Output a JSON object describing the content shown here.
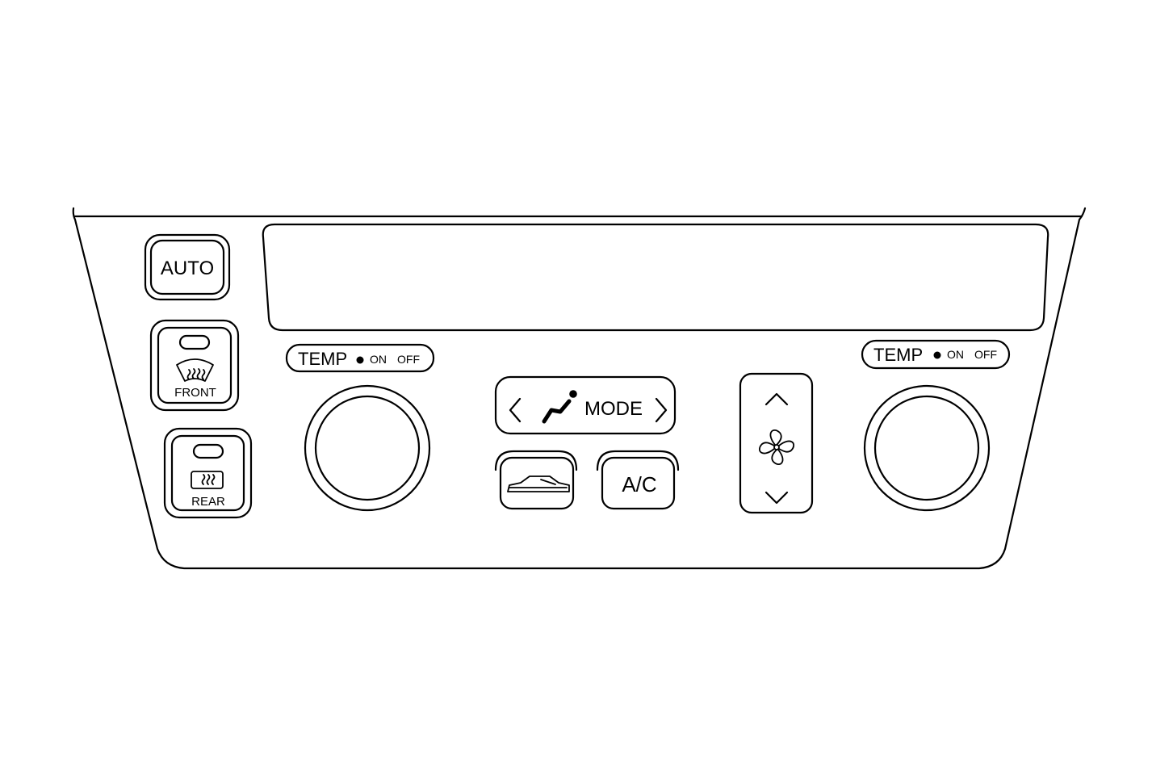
{
  "buttons": {
    "auto_label": "AUTO",
    "front_defrost_label": "FRONT",
    "rear_defrost_label": "REAR",
    "ac_label": "A/C",
    "mode_label": "MODE"
  },
  "temp_left": {
    "label": "TEMP",
    "on": "ON",
    "off": "OFF"
  },
  "temp_right": {
    "label": "TEMP",
    "on": "ON",
    "off": "OFF"
  },
  "icons": {
    "front_defrost": "windshield-defrost-icon",
    "rear_defrost": "rear-window-defrost-icon",
    "recirculation": "recirculation-car-icon",
    "mode_seat": "seated-person-icon",
    "fan": "fan-icon",
    "fan_up": "chevron-up-icon",
    "fan_down": "chevron-down-icon"
  },
  "colors": {
    "line": "#000000",
    "background": "#ffffff"
  }
}
